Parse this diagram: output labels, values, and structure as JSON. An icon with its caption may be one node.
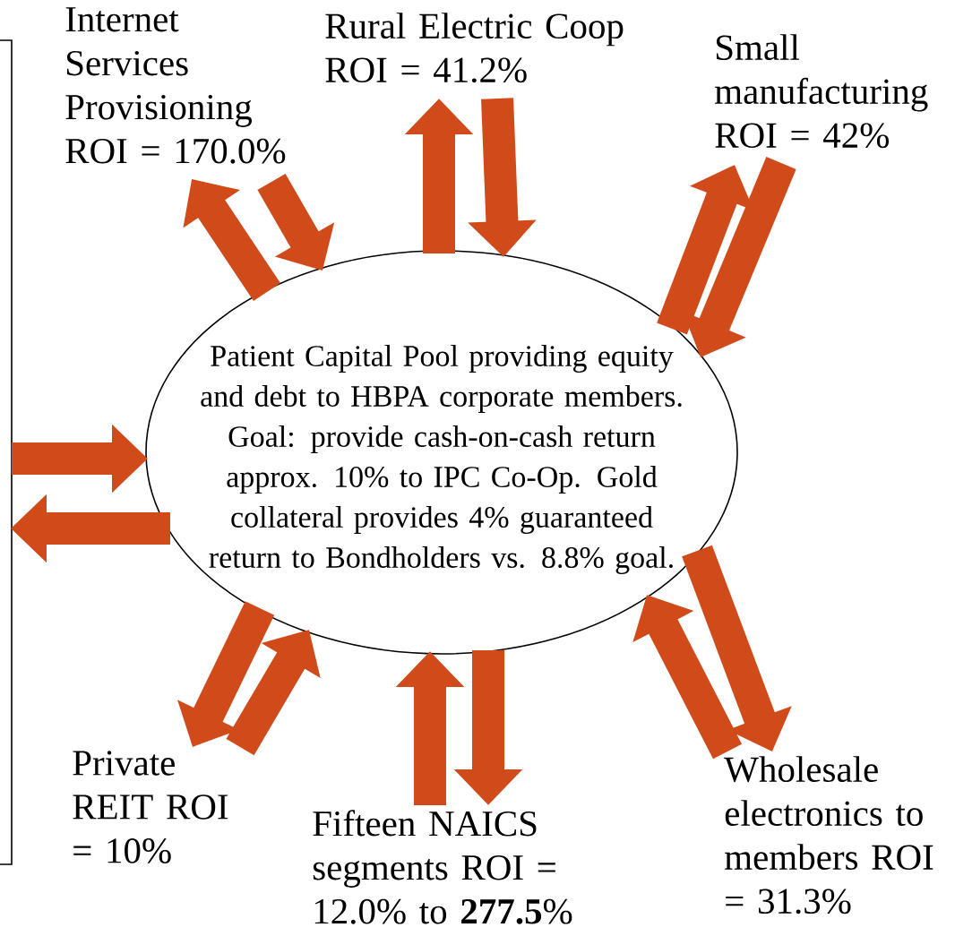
{
  "diagram": {
    "nodes": [
      {
        "text": [
          "Internet Services Provisioning ROI = 170.0%"
        ]
      },
      {
        "text": [
          "Rural Electric Coop ROI = 41.2%"
        ]
      },
      {
        "text": [
          "Small manufacturing ROI = 42%"
        ]
      },
      {
        "text": [],
        "shape": "box"
      },
      {
        "text": [
          "Patient Capital Pool providing equity and debt to HBPA corporate members. Goal: provide cash-on-cash return approx. 10% to IPC Co-Op. Gold collateral provides 4% guaranteed return to Bondholders vs. 8.8% goal."
        ]
      },
      {
        "text": [
          "Private REIT ROI = 10%"
        ]
      },
      {
        "text": [
          "Fifteen NAICS segments ROI = 12.0% to **277.5**%"
        ]
      },
      {
        "text": [
          "Wholesale electronics to members ROI = 31.3%"
        ]
      }
    ],
    "edges": [
      {
        "from": 4,
        "to": 0,
        "arrow": "to"
      },
      {
        "from": 0,
        "to": 4,
        "arrow": "to"
      },
      {
        "from": 4,
        "to": 1,
        "arrow": "to"
      },
      {
        "from": 1,
        "to": 4,
        "arrow": "to"
      },
      {
        "from": 4,
        "to": 2,
        "arrow": "to"
      },
      {
        "from": 2,
        "to": 4,
        "arrow": "to"
      },
      {
        "from": 3,
        "to": 4,
        "arrow": "to"
      },
      {
        "from": 4,
        "to": 3,
        "arrow": "to"
      },
      {
        "from": 4,
        "to": 5,
        "arrow": "to"
      },
      {
        "from": 5,
        "to": 4,
        "arrow": "to"
      },
      {
        "from": 6,
        "to": 4,
        "arrow": "to"
      },
      {
        "from": 4,
        "to": 6,
        "arrow": "to"
      },
      {
        "from": 4,
        "to": 7,
        "arrow": "to"
      },
      {
        "from": 7,
        "to": 4,
        "arrow": "to"
      }
    ]
  }
}
